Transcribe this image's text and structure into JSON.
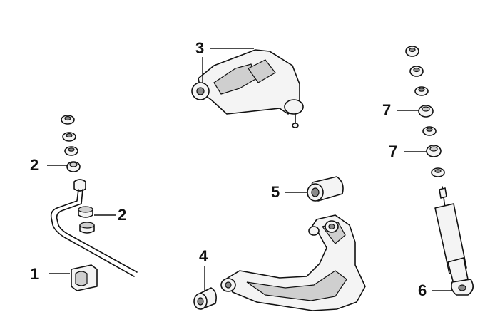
{
  "callouts": {
    "c1": "1",
    "c2a": "2",
    "c2b": "2",
    "c3": "3",
    "c4": "4",
    "c5": "5",
    "c6": "6",
    "c7a": "7",
    "c7b": "7"
  },
  "colors": {
    "ink": "#111111",
    "fill": "#f4f4f4",
    "shade": "#cfcfcf",
    "background": "#ffffff"
  }
}
